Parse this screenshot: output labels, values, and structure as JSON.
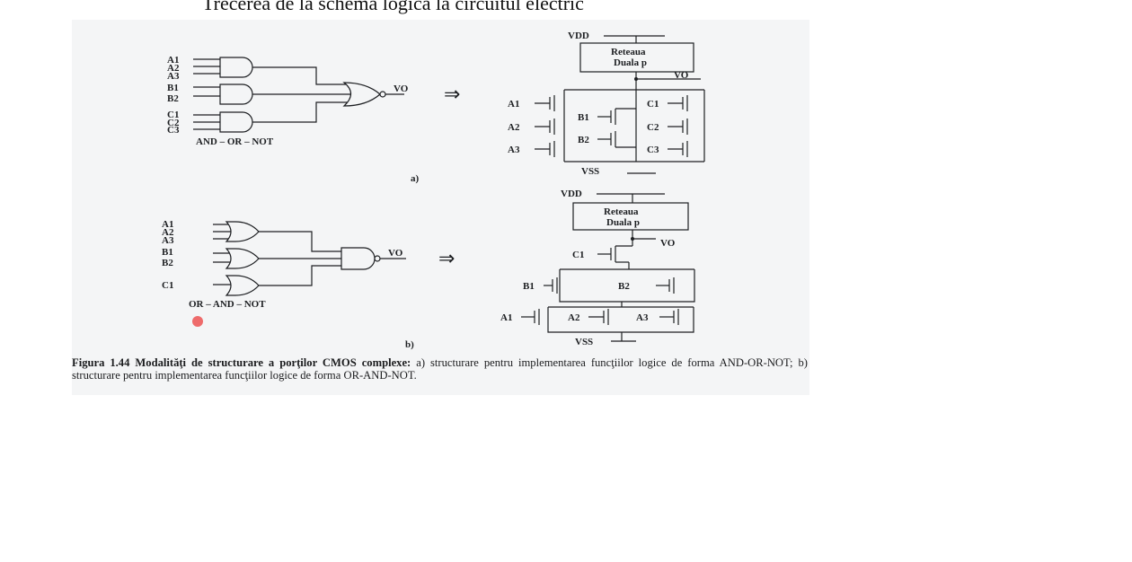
{
  "slide_title": "Trecerea de la schema logica la circuitul electric",
  "caption": {
    "bold": "Figura 1.44 Modalităţi de structurare a porţilor CMOS complexe:",
    "rest": " a) structurare pentru implementarea funcţiilor logice de forma AND-OR-NOT; b) structurare pentru implementarea funcţiilor logice de forma OR-AND-NOT."
  },
  "diagram_a": {
    "inputs": [
      "A1",
      "A2",
      "A3",
      "B1",
      "B2",
      "C1",
      "C2",
      "C3"
    ],
    "gate_label": "AND – OR – NOT",
    "output": "VO",
    "arrow": "⇒",
    "vdd": "VDD",
    "network_line1": "Reteaua",
    "network_line2": "Duala p",
    "vss": "VSS",
    "transistors": [
      "A1",
      "A2",
      "A3",
      "B1",
      "B2",
      "C1",
      "C2",
      "C3"
    ],
    "part": "a)"
  },
  "diagram_b": {
    "inputs": [
      "A1",
      "A2",
      "A3",
      "B1",
      "B2",
      "C1"
    ],
    "gate_label": "OR – AND – NOT",
    "output": "VO",
    "arrow": "⇒",
    "vdd": "VDD",
    "network_line1": "Reteaua",
    "network_line2": "Duala p",
    "vss": "VSS",
    "transistors": [
      "C1",
      "B1",
      "B2",
      "A1",
      "A2",
      "A3"
    ],
    "part": "b)"
  },
  "colors": {
    "ink": "#1d1f22",
    "scan_bg": "#f4f5f6",
    "pointer": "#ee6b6b"
  }
}
